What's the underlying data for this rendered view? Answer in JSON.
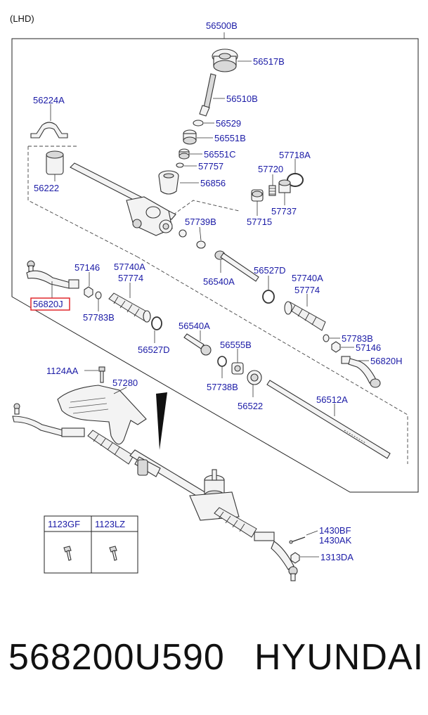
{
  "diagram": {
    "header": "(LHD)",
    "assembly_label": "56500B",
    "highlight_color": "#e0282f",
    "label_color": "#1a1aa6",
    "labels": {
      "p56517B": "56517B",
      "p56510B": "56510B",
      "p56224A": "56224A",
      "p56529": "56529",
      "p56551B": "56551B",
      "p56551C": "56551C",
      "p57757": "57757",
      "p56856": "56856",
      "p56222": "56222",
      "p57718A": "57718A",
      "p57720": "57720",
      "p57737": "57737",
      "p57715": "57715",
      "p57739B": "57739B",
      "p56540A_top": "56540A",
      "p57146_left": "57146",
      "p57740A_left": "57740A",
      "p57774_left": "57774",
      "p56820J": "56820J",
      "p57783B_left": "57783B",
      "p56527D_top": "56527D",
      "p57740A_right": "57740A",
      "p57774_right": "57774",
      "p56540A_mid": "56540A",
      "p56527D_left": "56527D",
      "p56555B": "56555B",
      "p57783B_right": "57783B",
      "p57146_right": "57146",
      "p56820H": "56820H",
      "p1124AA": "1124AA",
      "p57280": "57280",
      "p57738B": "57738B",
      "p56522": "56522",
      "p56512A": "56512A",
      "p1430BF": "1430BF",
      "p1430AK": "1430AK",
      "p1313DA": "1313DA"
    },
    "bolt_table": {
      "col1": "1123GF",
      "col2": "1123LZ"
    }
  },
  "footer": {
    "part_number": "568200U590",
    "brand": "HYUNDAI"
  }
}
